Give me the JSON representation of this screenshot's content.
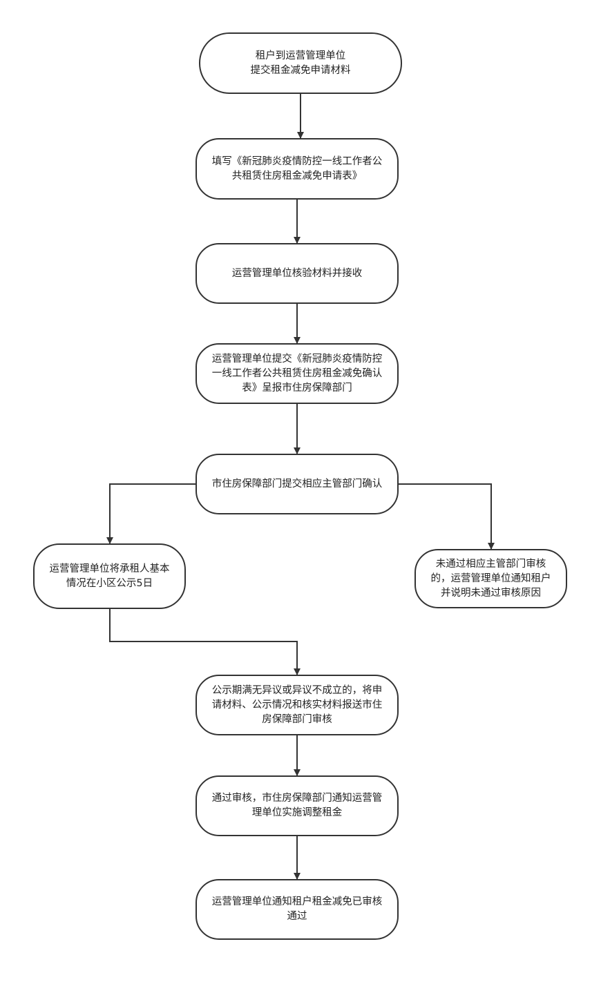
{
  "flowchart": {
    "nodes": {
      "apply": [
        "租户到运营管理单位",
        "提交租金减免申请材料"
      ],
      "fill_form": [
        "填写《新冠肺炎疫情防控一线工作者公",
        "共租赁住房租金减免申请表》"
      ],
      "verify": [
        "运营管理单位核验材料并接收"
      ],
      "submit_confirm": [
        "运营管理单位提交《新冠肺炎疫情防控",
        "一线工作者公共租赁住房租金减免确认",
        "表》呈报市住房保障部门"
      ],
      "dept_confirm": [
        "市住房保障部门提交相应主管部门确认"
      ],
      "publicize": [
        "运营管理单位将承租人基本",
        "情况在小区公示5日"
      ],
      "rejected": [
        "未通过相应主管部门审核",
        "的，运营管理单位通知租户",
        "并说明未通过审核原因"
      ],
      "no_objection": [
        "公示期满无异议或异议不成立的，将申",
        "请材料、公示情况和核实材料报送市住",
        "房保障部门审核"
      ],
      "approved": [
        "通过审核，市住房保障部门通知运营管",
        "理单位实施调整租金"
      ],
      "notify": [
        "运营管理单位通知租户租金减免已审核",
        "通过"
      ]
    },
    "edges": [
      [
        "apply",
        "fill_form"
      ],
      [
        "fill_form",
        "verify"
      ],
      [
        "verify",
        "submit_confirm"
      ],
      [
        "submit_confirm",
        "dept_confirm"
      ],
      [
        "dept_confirm",
        "publicize"
      ],
      [
        "dept_confirm",
        "rejected"
      ],
      [
        "publicize",
        "no_objection"
      ],
      [
        "no_objection",
        "approved"
      ],
      [
        "approved",
        "notify"
      ]
    ],
    "colors": {
      "stroke": "#333333",
      "text": "#222222",
      "background": "#ffffff"
    }
  }
}
